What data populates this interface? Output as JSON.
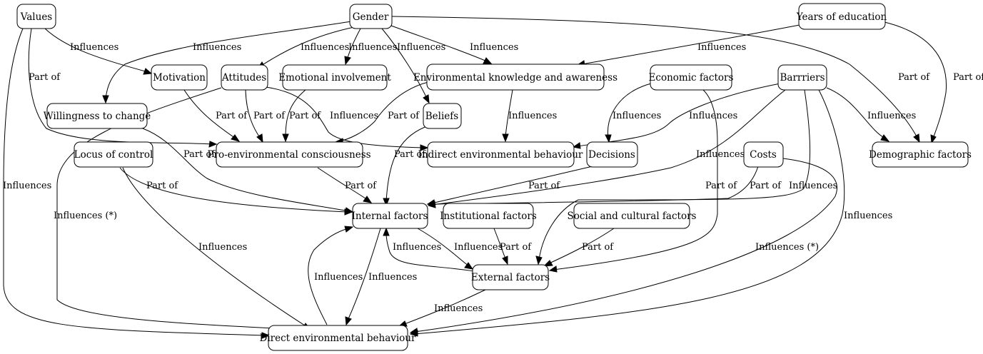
{
  "nodes": {
    "values": "Values",
    "gender": "Gender",
    "years_of_education": "Years of education",
    "motivation": "Motivation",
    "attitudes": "Attitudes",
    "emotional_involvement": "Emotional involvement",
    "environmental_knowledge": "Environmental knowledge and awareness",
    "economic_factors": "Economic factors",
    "barriers": "Barrriers",
    "willingness_to_change": "Willingness to change",
    "beliefs": "Beliefs",
    "locus_of_control": "Locus of control",
    "pro_environmental_consciousness": "Pro-environmental consciousness",
    "indirect_environmental_behaviour": "Indirect environmental behaviour",
    "decisions": "Decisions",
    "costs": "Costs",
    "demographic_factors": "Demographic factors",
    "internal_factors": "Internal factors",
    "institutional_factors": "Institutional factors",
    "social_cultural_factors": "Social and cultural factors",
    "external_factors": "External factors",
    "direct_environmental_behaviour": "Direct environmental behaviour"
  },
  "edges": {
    "values_motivation": "Influences",
    "values_consciousness": "Part of",
    "values_direct": "Influences",
    "gender_willingness": "Influences",
    "gender_attitudes": "Influences",
    "gender_emotional": "Influences",
    "gender_beliefs": "Influences",
    "gender_knowledge": "Influences",
    "gender_demographic": "Part of",
    "education_knowledge": "Influences",
    "education_demographic": "Part of",
    "motivation_consciousness": "Part of",
    "attitudes_consciousness": "Part of",
    "attitudes_indirect": "Influences",
    "attitudes_direct": "Influences (*)",
    "emotional_consciousness": "Part of",
    "knowledge_consciousness": "Part of",
    "knowledge_indirect": "Influences",
    "economic_decisions": "Influences",
    "economic_external": "Part of",
    "barriers_indirect": "Influences",
    "barriers_internal": "Influences",
    "barriers_demographic": "Influences",
    "barriers_external": "Influences",
    "barriers_direct": "Influences",
    "willingness_internal": "Part of",
    "beliefs_internal": "Part of",
    "locus_internal": "Part of",
    "locus_direct": "Influences",
    "consciousness_internal": "Part of",
    "decisions_internal": "Part of",
    "costs_internal": "Part of",
    "costs_direct": "Influences (*)",
    "internal_external": "Influences",
    "internal_direct": "Influences",
    "institutional_external": "Part of",
    "social_external": "Part of",
    "external_internal": "Influences",
    "external_direct": "Influences",
    "direct_internal": "Influences"
  }
}
